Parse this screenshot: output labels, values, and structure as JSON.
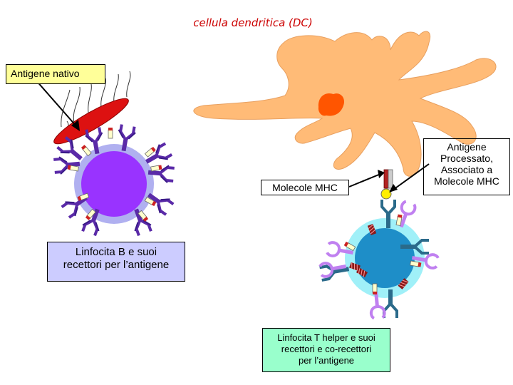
{
  "title": "cellula dendritica (DC)",
  "labels": {
    "native_antigen": "Antigene nativo",
    "mhc_molecules": "Molecole MHC",
    "processed_antigen": [
      "Antigene",
      "Processato,",
      "Associato a",
      "Molecole MHC"
    ],
    "b_cell": [
      "Linfocita B e suoi",
      "recettori per l’antigene"
    ],
    "t_cell": [
      "Linfocita T helper e suoi",
      "recettori e co-recettori",
      "per l’antigene"
    ]
  },
  "colors": {
    "dendritic_cell": "#ffbb77",
    "dc_nucleus": "#ff5500",
    "b_cell_membrane": "#b0b0f0",
    "b_cell_nucleus": "#9933ff",
    "t_cell_membrane": "#a0f0f8",
    "t_cell_nucleus": "#1e8ec8",
    "native_antigen": "#dd1111",
    "antibody": "#5a2aa8",
    "tcr": "#2a6a8a",
    "coreceptor": "#c080f0",
    "title": "#cc0000",
    "label_box_yellow": "#ffff99",
    "label_box_blue": "#ccccff",
    "label_box_green": "#99ffcc"
  },
  "icons": [
    "dendritic-cell",
    "b-lymphocyte",
    "t-helper-lymphocyte",
    "native-antigen",
    "mhc-molecule",
    "processed-peptide",
    "antibody-receptor",
    "t-cell-receptor"
  ]
}
